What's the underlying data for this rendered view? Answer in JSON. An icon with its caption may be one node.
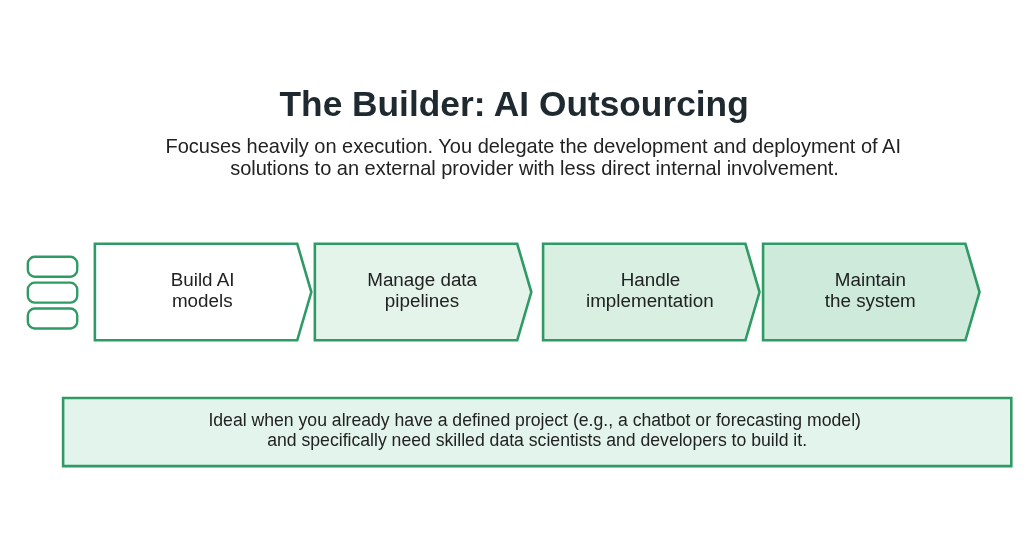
{
  "diagram": {
    "title": "The Builder: AI Outsourcing",
    "nodes": [
      {
        "text": [],
        "shape": "picture"
      },
      {
        "text": [
          "Build AI models"
        ]
      },
      {
        "text": [
          "Manage data pipelines"
        ]
      },
      {
        "text": [
          "Handle implementation"
        ]
      },
      {
        "text": [
          "Maintain the system"
        ]
      },
      {
        "text": [
          "Ideal when you already have a defined project (e.g., a chatbot or forecasting model) and specifically need skilled data scientists and developers to build it."
        ]
      }
    ],
    "labels": [
      "Focuses heavily on execution. You delegate the development and deployment of AI solutions to an external provider with less direct internal involvement."
    ]
  }
}
